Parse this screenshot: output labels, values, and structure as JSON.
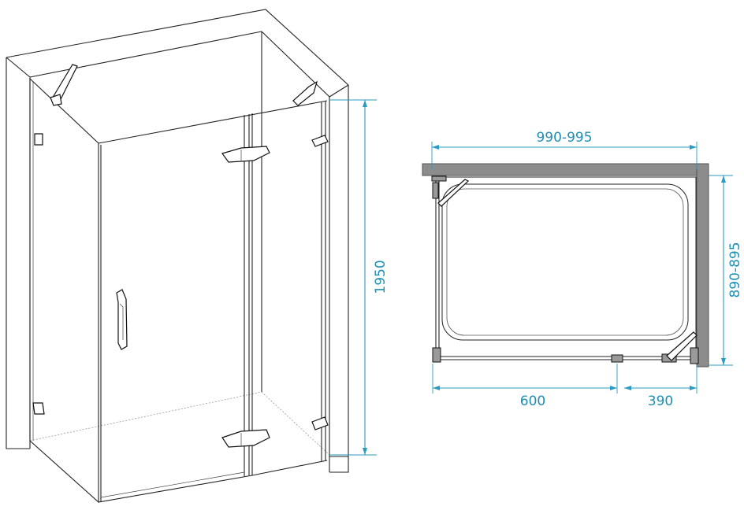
{
  "plan_view": {
    "width_label": "990-995",
    "depth_label": "890-895",
    "fixed_panel_label": "600",
    "door_label": "390"
  },
  "elevation_view": {
    "height_label": "1950"
  },
  "colors": {
    "dimension": "#2a9bc0",
    "wall_fill": "#8c8c8c",
    "outline": "#222222"
  }
}
